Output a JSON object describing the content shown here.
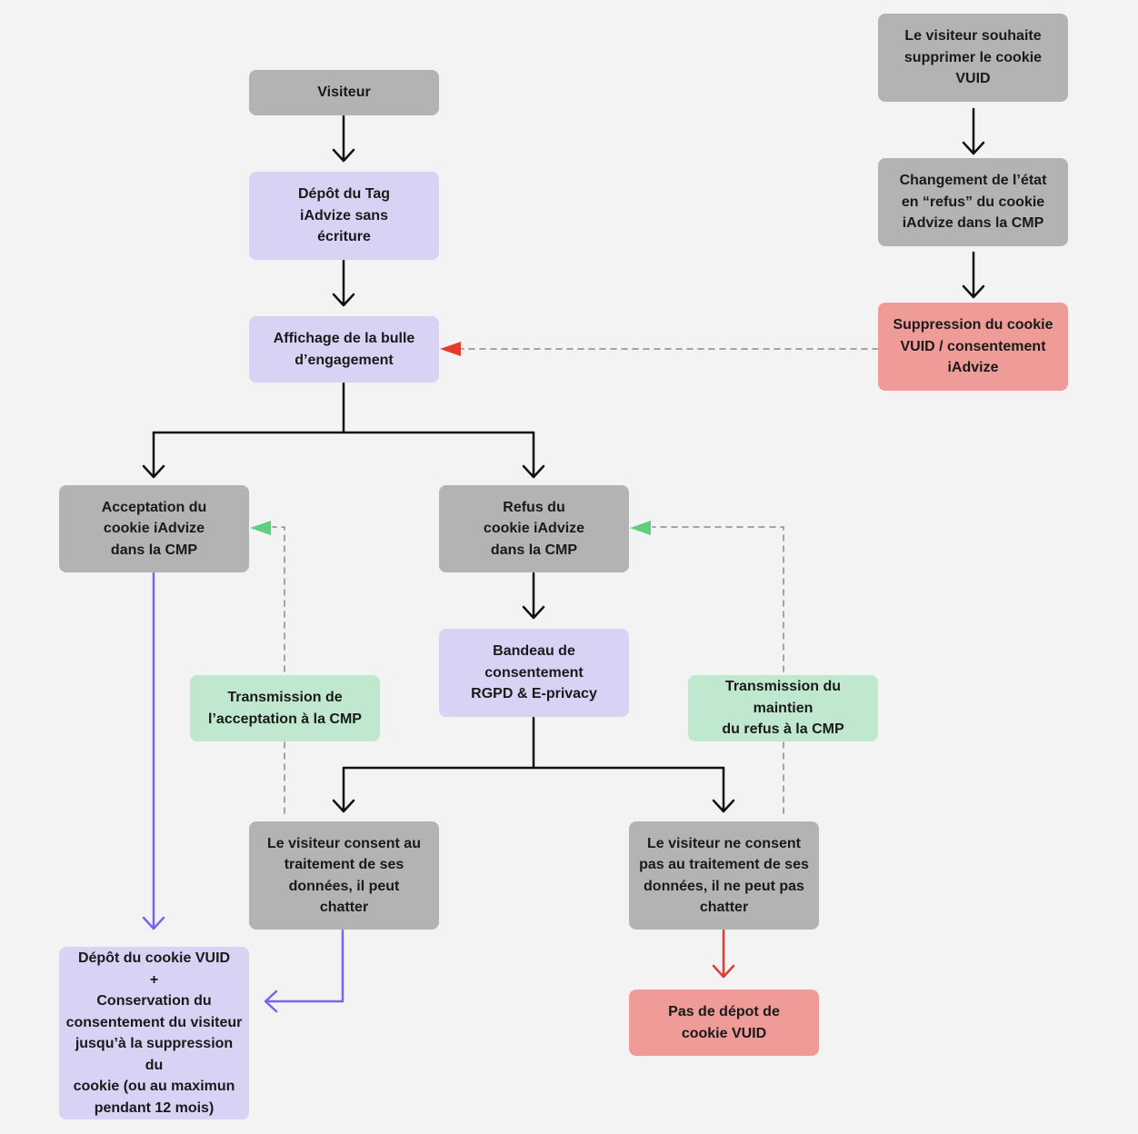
{
  "colors": {
    "gray": "#b3b3b3",
    "purple": "#d8d2f5",
    "green": "#bfe8cf",
    "red": "#ef9b98",
    "edge_black": "#111111",
    "edge_purple": "#7b63e8",
    "edge_red": "#e53a2f",
    "arrow_green": "#5fcf7d",
    "dashed": "#8a8a8a"
  },
  "nodes": {
    "visiteur": "Visiteur",
    "depot_tag": "Dépôt du Tag\niAdvize sans\nécriture",
    "affichage_bulle": "Affichage de la bulle\nd’engagement",
    "acceptation": "Acceptation du\ncookie iAdvize\ndans la CMP",
    "refus": "Refus du\ncookie iAdvize\ndans la CMP",
    "bandeau": "Bandeau de\nconsentement\nRGPD & E-privacy",
    "transmission_acceptation": "Transmission de\nl’acceptation à la CMP",
    "transmission_refus": "Transmission du maintien\ndu refus à la CMP",
    "consent": "Le visiteur consent au\ntraitement de ses\ndonnées, il peut\nchatter",
    "no_consent": "Le visiteur ne consent\npas au traitement de ses\ndonnées, il ne peut pas\nchatter",
    "depot_vuid": "Dépôt du cookie VUID\n+\nConservation du\nconsentement du visiteur\njusqu’à la suppression du\ncookie (ou au maximun\npendant 12 mois)",
    "pas_depot": "Pas de dépot de\ncookie VUID",
    "souhaite_supprimer": "Le visiteur souhaite\nsupprimer le cookie\nVUID",
    "changement_etat": "Changement de l’état\nen “refus” du cookie\niAdvize dans la CMP",
    "suppression": "Suppression du cookie\nVUID / consentement\niAdvize"
  }
}
